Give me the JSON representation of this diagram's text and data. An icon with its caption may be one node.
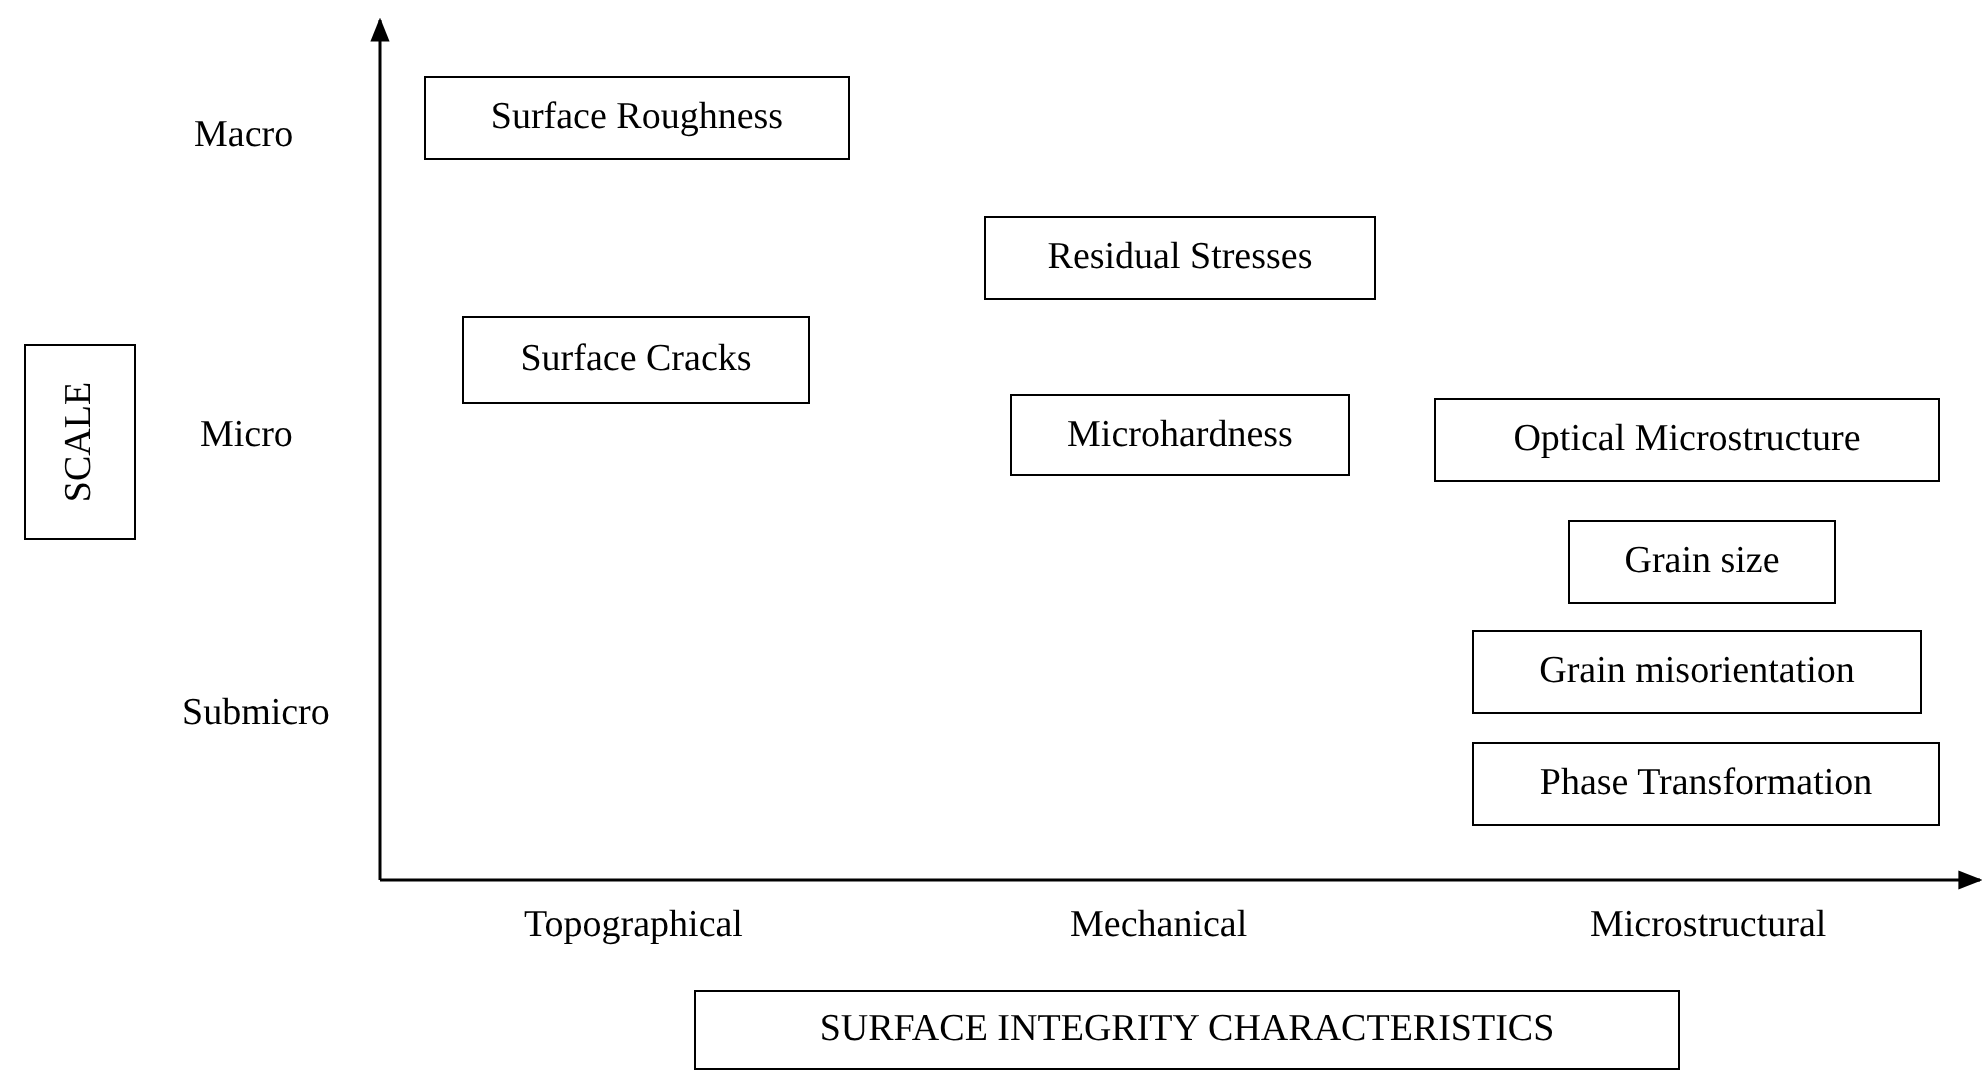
{
  "diagram": {
    "nodes": [
      {
        "text": [
          "Surface Roughness"
        ]
      },
      {
        "text": [
          "Residual Stresses"
        ]
      },
      {
        "text": [
          "Surface Cracks"
        ]
      },
      {
        "text": [
          "Microhardness"
        ]
      },
      {
        "text": [
          "Optical Microstructure"
        ]
      },
      {
        "text": [
          "Grain size"
        ]
      },
      {
        "text": [
          "Grain misorientation"
        ]
      },
      {
        "text": [
          "Phase Transformation"
        ]
      },
      {
        "text": [
          "SCALE"
        ]
      },
      {
        "text": [
          "SURFACE INTEGRITY CHARACTERISTICS"
        ]
      }
    ],
    "labels": [
      "Macro",
      "Micro",
      "Submicro",
      "Topographical",
      "Mechanical",
      "Microstructural"
    ]
  }
}
